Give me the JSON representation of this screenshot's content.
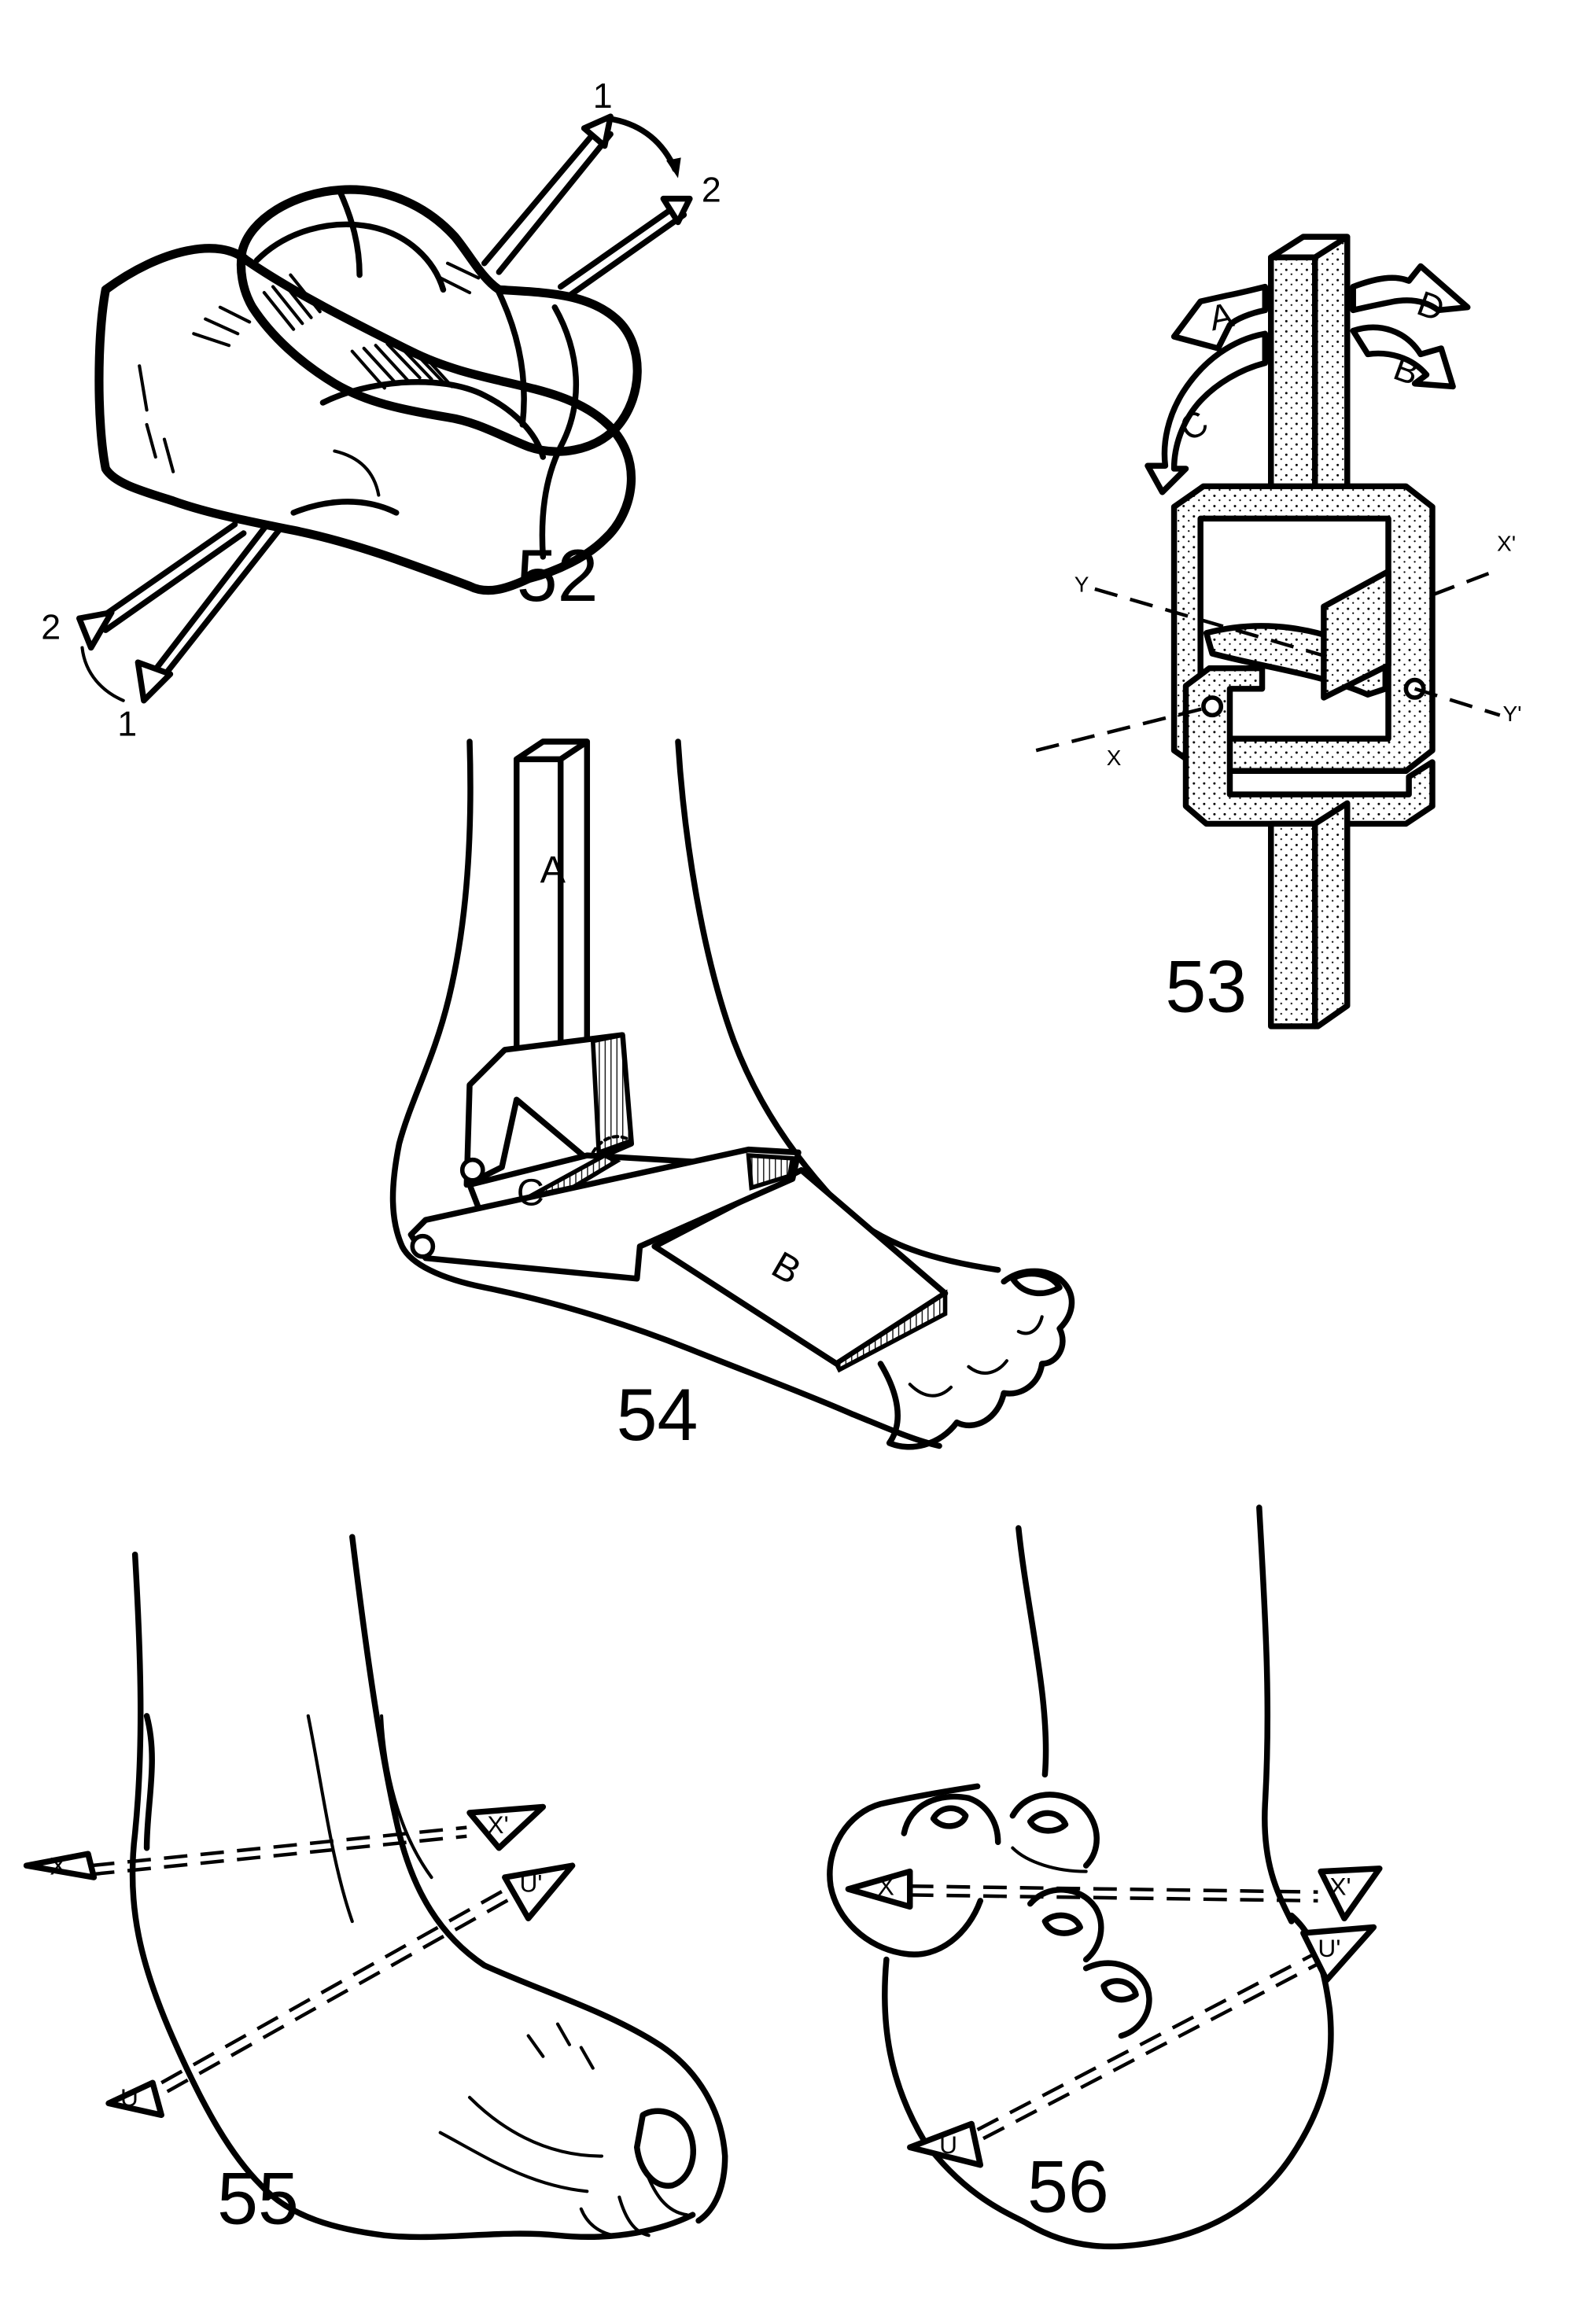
{
  "figures": {
    "fig52": {
      "number": "52",
      "axis_labels": {
        "top_1": "1",
        "top_2": "2",
        "bottom_2": "2",
        "bottom_1": "1"
      }
    },
    "fig53": {
      "number": "53",
      "rotation_labels": {
        "a": "A",
        "d": "D",
        "b": "B",
        "c": "C"
      },
      "axis_labels": {
        "y": "Y",
        "x_prime": "X'",
        "x": "X",
        "y_prime": "Y'"
      }
    },
    "fig54": {
      "number": "54",
      "part_labels": {
        "a": "A",
        "b": "B",
        "c": "C"
      }
    },
    "fig55": {
      "number": "55",
      "axis_labels": {
        "x": "X",
        "x_prime": "X'",
        "u_prime": "U'",
        "u": "U"
      }
    },
    "fig56": {
      "number": "56",
      "axis_labels": {
        "x": "X",
        "x_prime": "X'",
        "u_prime": "U'",
        "u": "U"
      }
    }
  }
}
